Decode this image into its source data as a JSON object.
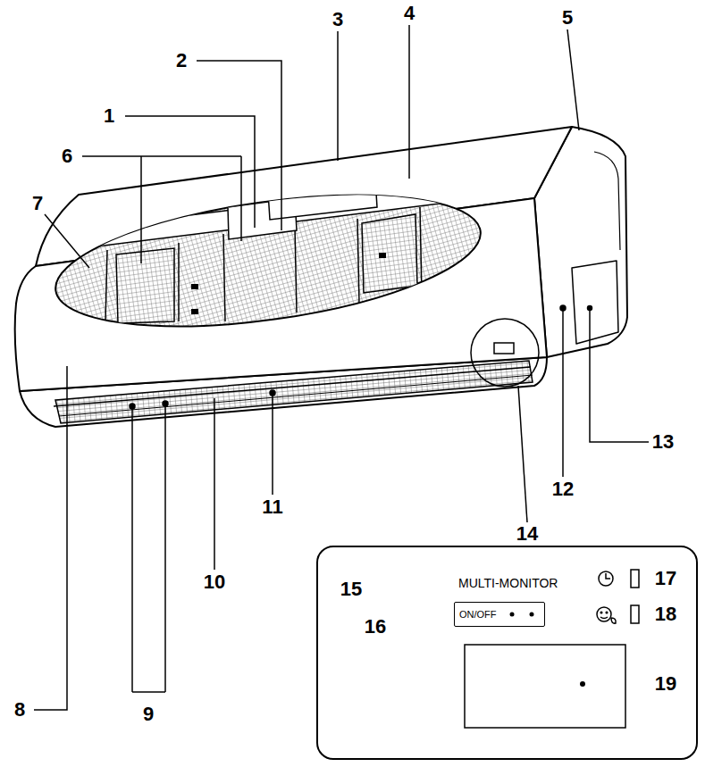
{
  "diagram": {
    "nodes": [
      {
        "text": [
          "MULTI-MONITOR",
          "ON/OFF"
        ]
      }
    ],
    "labels": [
      "1",
      "2",
      "3",
      "4",
      "5",
      "6",
      "7",
      "8",
      "9",
      "10",
      "11",
      "12",
      "13",
      "14",
      "15",
      "16",
      "17",
      "18",
      "19"
    ]
  }
}
